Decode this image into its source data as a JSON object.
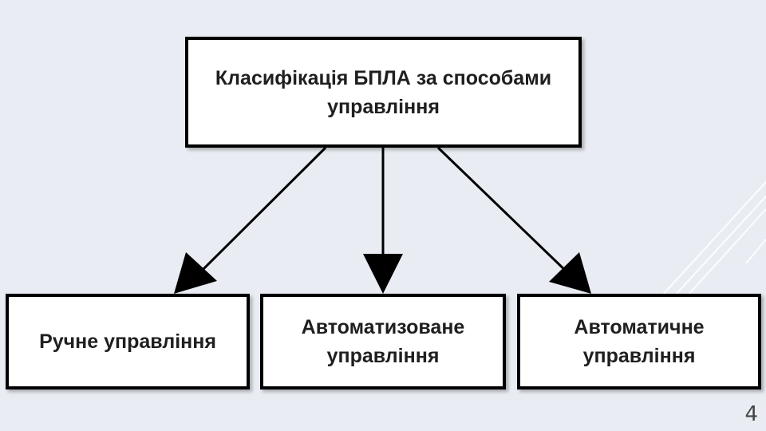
{
  "diagram": {
    "root": {
      "label": "Класифікація БПЛА за способами управління"
    },
    "children": [
      {
        "label": "Ручне управління"
      },
      {
        "label": "Автоматизоване управління"
      },
      {
        "label": "Автоматичне управління"
      }
    ]
  },
  "slide": {
    "page_number": "4"
  },
  "colors": {
    "background": "#e9edf3",
    "box_fill": "#ffffff",
    "box_border": "#000000",
    "arrow": "#000000",
    "decor_lines": "#ffffff"
  }
}
